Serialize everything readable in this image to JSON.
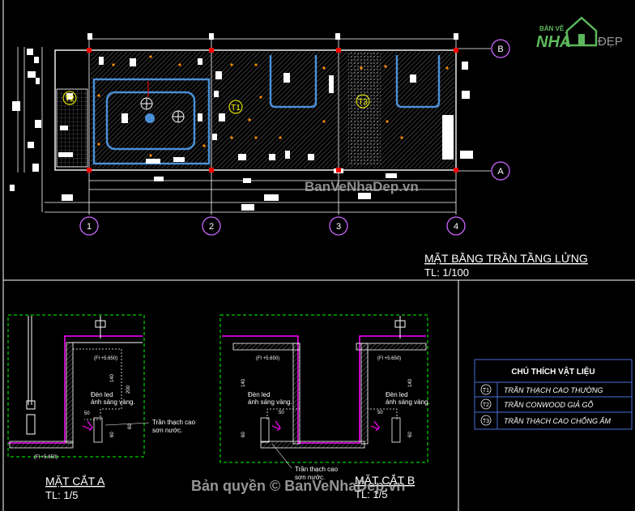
{
  "logo": {
    "line1": "BẢN VẼ",
    "line2": "NHÀ",
    "line3": "ĐẸP"
  },
  "watermark_center": "BanVeNhaDep.vn",
  "watermark_bottom": "Bản quyền © BanVeNhaDep.vn",
  "plan": {
    "title": "MẶT BẰNG TRẦN TẦNG LỬNG",
    "scale": "TL: 1/100",
    "axes_x": [
      "1",
      "2",
      "3",
      "4"
    ],
    "axes_y": [
      "B",
      "A"
    ],
    "zone_tags": [
      "T1",
      "T2",
      "T3"
    ]
  },
  "section_a": {
    "title": "MẶT CẮT A",
    "scale": "TL: 1/5",
    "level_top": "(Fl +5.650)",
    "level_bottom": "(Fl +5.650)",
    "dims": [
      "140",
      "200",
      "60",
      "60",
      "50"
    ],
    "note_led_1": "Đèn led",
    "note_led_2": "ánh sáng vàng.",
    "note_ceiling_1": "Trần thạch cao",
    "note_ceiling_2": "sơn nước."
  },
  "section_b": {
    "title": "MẶT CẮT B",
    "scale": "TL: 1/5",
    "level_left": "(Fl +5.650)",
    "level_right": "(Fl +5.650)",
    "dims": [
      "140",
      "140",
      "60",
      "60",
      "50",
      "50"
    ],
    "note_led_1": "Đèn led",
    "note_led_2": "ánh sáng vàng.",
    "note_ceiling_1": "Trần thạch cao",
    "note_ceiling_2": "sơn nước."
  },
  "legend": {
    "title": "CHÚ THÍCH VẬT LIỆU",
    "rows": [
      {
        "tag": "T1",
        "text": "TRẦN THẠCH CAO THƯỜNG"
      },
      {
        "tag": "T2",
        "text": "TRẦN CONWOOD GIẢ GỖ"
      },
      {
        "tag": "T3",
        "text": "TRẦN THẠCH CAO CHỐNG ẨM"
      }
    ]
  },
  "colors": {
    "line": "#ffffff",
    "accent": "#ff00ff",
    "green": "#00ff00",
    "blue": "#4a8fd6",
    "yellow": "#ffff00",
    "red": "#ff0000",
    "hatch": "#9a9a9a"
  }
}
